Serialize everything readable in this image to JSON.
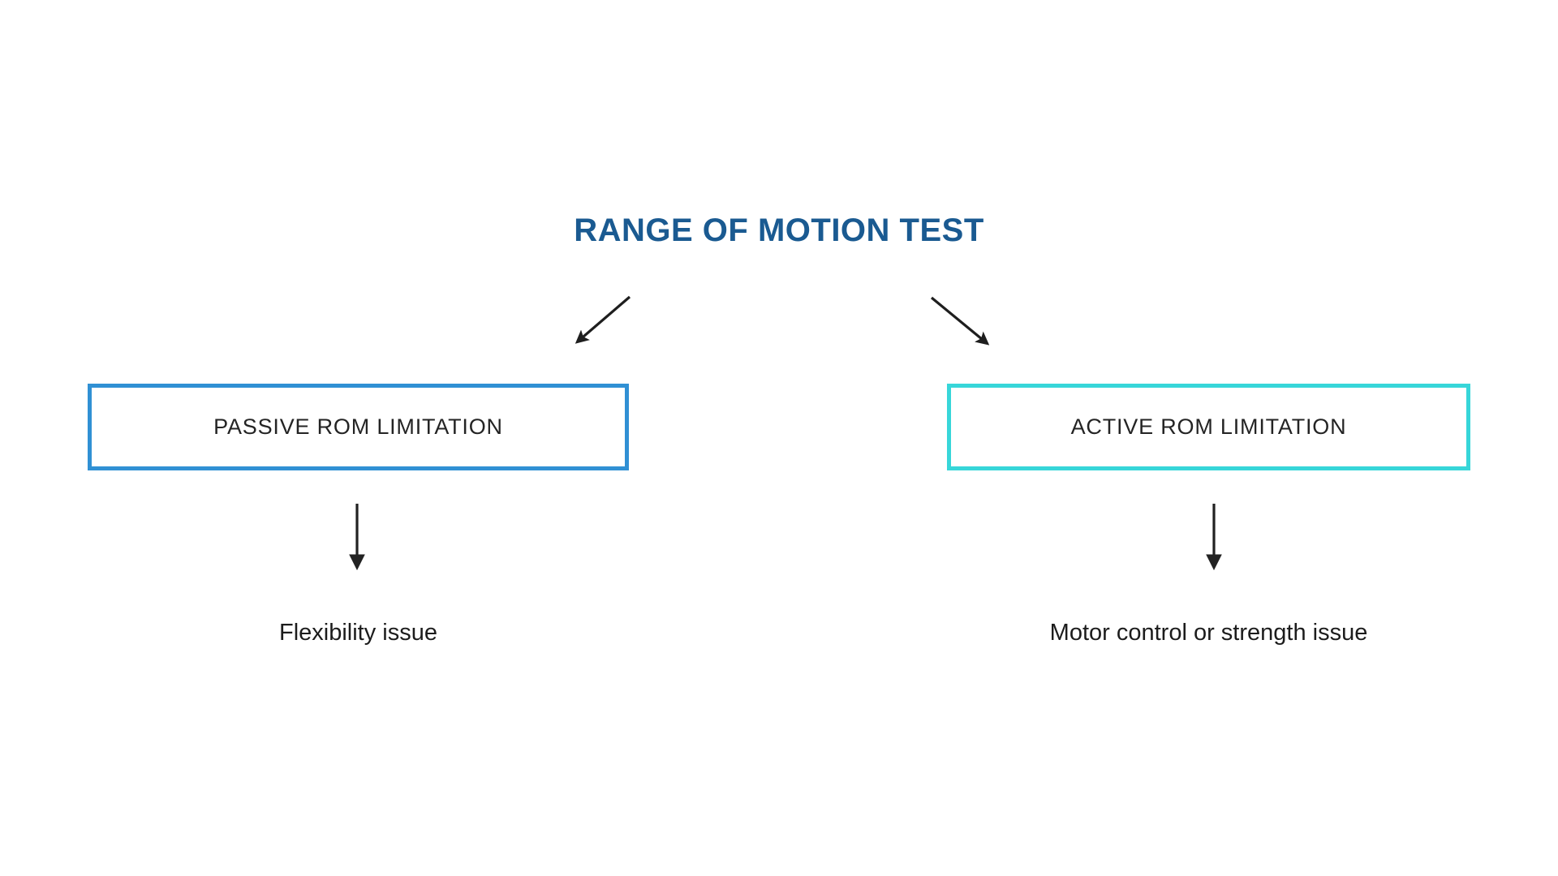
{
  "diagram": {
    "title": "RANGE OF MOTION TEST",
    "title_color": "#1A5A91",
    "background_color": "#FFFFFF",
    "arrow_color": "#1E1E1E",
    "branches": [
      {
        "id": "passive",
        "box_label": "PASSIVE ROM LIMITATION",
        "box_border_color": "#3090D4",
        "outcome_label": "Flexibility issue",
        "outcome_color": "#1C1C1C",
        "branch_arrow": "diagonal-down-left-arrow",
        "outcome_arrow": "down-arrow"
      },
      {
        "id": "active",
        "box_label": "ACTIVE ROM LIMITATION",
        "box_border_color": "#37D6D9",
        "outcome_label": "Motor control or strength issue",
        "outcome_color": "#1C1C1C",
        "branch_arrow": "diagonal-down-right-arrow",
        "outcome_arrow": "down-arrow"
      }
    ]
  }
}
